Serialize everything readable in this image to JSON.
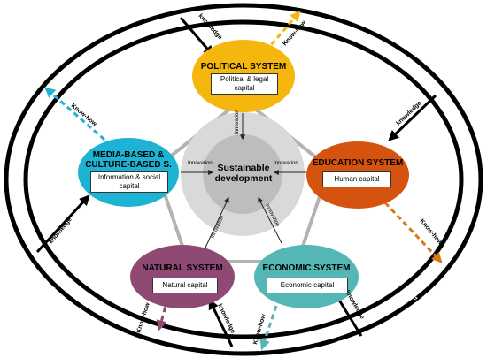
{
  "center": {
    "line1": "Sustainable",
    "line2": "development"
  },
  "systems": {
    "political": {
      "title": "POLITICAL SYSTEM",
      "capital_line1": "Political & legal",
      "capital_line2": "capital",
      "color": "#f5b70e"
    },
    "education": {
      "title": "EDUCATION SYSTEM",
      "capital": "Human capital",
      "color": "#d6530f"
    },
    "economic": {
      "title": "ECONOMIC SYSTEM",
      "capital": "Economic capital",
      "color": "#54b7b5"
    },
    "natural": {
      "title": "NATURAL SYSTEM",
      "capital": "Natural capital",
      "color": "#8f4a73"
    },
    "media": {
      "title_line1": "MEDIA-BASED &",
      "title_line2": "CULTURE-BASED S.",
      "capital_line1": "Information & social",
      "capital_line2": "capital",
      "color": "#1db3d4"
    }
  },
  "labels": {
    "innovation": "Innovation",
    "knowledge": "knowledge",
    "knowhow": "Know-how"
  }
}
